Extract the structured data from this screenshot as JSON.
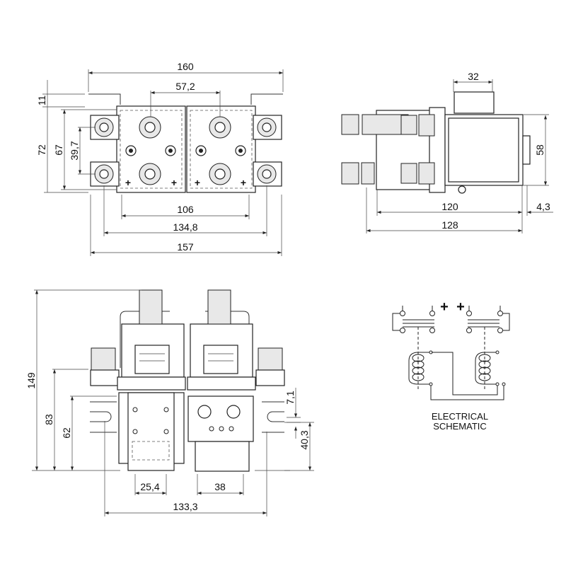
{
  "top_view": {
    "dimensions": {
      "overall_width": "160",
      "bracket_height": "11",
      "overall_height": "72",
      "body_height": "67",
      "terminal_spacing_vertical": "39,7",
      "terminal_spacing_horizontal": "57,2",
      "body_width": "106",
      "terminal_span": "134,8",
      "base_width": "157"
    },
    "terminal_marks": [
      "+",
      "+",
      "+",
      "+"
    ]
  },
  "side_view": {
    "dimensions": {
      "coil_width": "32",
      "coil_height": "58",
      "body_length": "120",
      "cap_offset": "4,3",
      "overall_length": "128"
    }
  },
  "front_view": {
    "dimensions": {
      "overall_height": "149",
      "bracket_height": "83",
      "mount_height": "62",
      "slot_width": "7,1",
      "slot_height": "40,3",
      "mount_width_left": "25,4",
      "mount_width_right": "38",
      "mount_span": "133,3"
    }
  },
  "schematic": {
    "polarity_marks": [
      "+",
      "+"
    ],
    "title_line1": "ELECTRICAL",
    "title_line2": "SCHEMATIC"
  }
}
